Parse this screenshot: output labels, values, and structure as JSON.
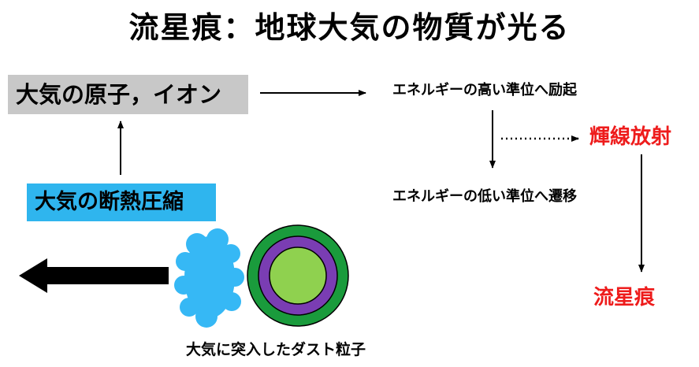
{
  "title": "流星痕：地球大気の物質が光る",
  "nodes": {
    "atoms_ions": "大気の原子，イオン",
    "adiabatic_compression": "大気の断熱圧縮",
    "excitation": "エネルギーの高い準位へ励起",
    "transition": "エネルギーの低い準位へ遷移",
    "line_emission": "輝線放射",
    "meteor_trail": "流星痕",
    "dust_particle": "大気に突入したダスト粒子"
  },
  "colors": {
    "atoms_box_fill": "#c8c8c8",
    "compression_box_fill": "#2fb5ee",
    "highlight_text": "#ee1c1c",
    "particle_outer": "#1a9b3c",
    "particle_middle": "#7a3db3",
    "particle_core": "#8fd14f",
    "air_cloud": "#36b8f5"
  }
}
